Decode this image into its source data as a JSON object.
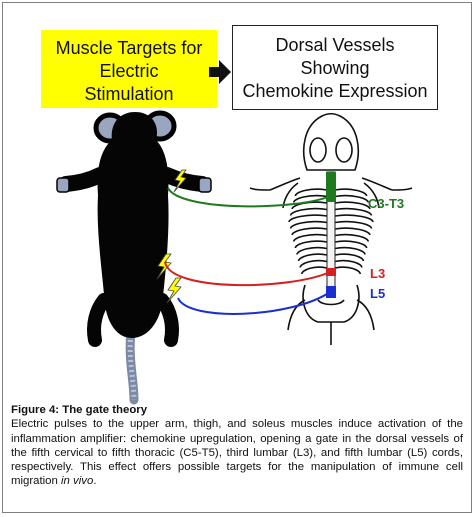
{
  "left_box": {
    "lines": [
      "Muscle Targets for",
      "Electric",
      "Stimulation"
    ],
    "color": "#ffff00"
  },
  "right_box": {
    "lines": [
      "Dorsal Vessels",
      "Showing",
      "Chemokine Expression"
    ]
  },
  "labels": {
    "c3t3": {
      "text": "C3-T3",
      "color": "#1f7a1f"
    },
    "l3": {
      "text": "L3",
      "color": "#d42020"
    },
    "l5": {
      "text": "L5",
      "color": "#1a2fd0"
    }
  },
  "caption": {
    "title": "Figure 4: The gate theory",
    "body": "Electric pulses to the upper arm, thigh, and soleus muscles induce activation of the inflammation amplifier: chemokine upregulation, opening a gate in the dorsal vessels of the fifth cervical to fifth thoracic (C5-T5), third lumbar (L3), and fifth lumbar (L5) cords, respectively. This effect offers possible targets for the manipulation of immune cell migration ",
    "body_italic": "in vivo",
    "body_end": "."
  }
}
